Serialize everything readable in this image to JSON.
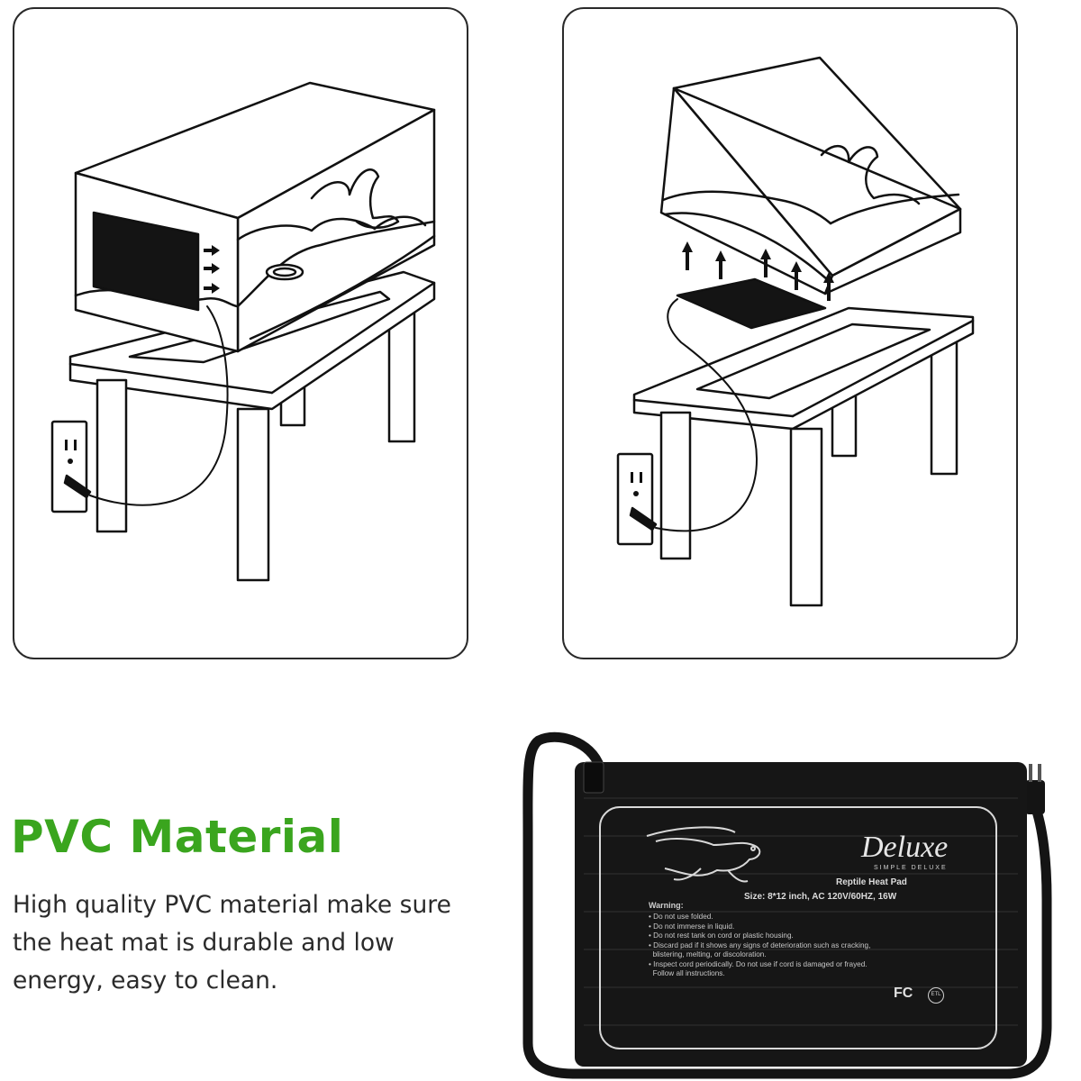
{
  "feature": {
    "title": "PVC Material",
    "description": "High quality PVC material make sure the heat mat is durable and low energy, easy to clean.",
    "title_color": "#3aa51e"
  },
  "label": {
    "brand": "Deluxe",
    "brand_tagline": "SIMPLE DELUXE",
    "product_name": "Reptile Heat Pad",
    "size_spec": "Size: 8*12 inch, AC 120V/60HZ, 16W",
    "warning_title": "Warning:",
    "warnings": [
      "Do not use folded.",
      "Do not immerse in liquid.",
      "Do not rest tank on cord or plastic housing.",
      "Discard pad if it shows any signs of deterioration such as cracking,",
      "blistering, melting, or discoloration.",
      "Inspect cord periodically. Do not use if cord is damaged or frayed.",
      "Follow all instructions."
    ],
    "cert_fc": "FC",
    "cert_etl": "ETL"
  },
  "icons": [
    "terrarium-side-mount-illustration",
    "terrarium-bottom-mount-illustration",
    "wall-outlet-icon",
    "heat-arrow-icon",
    "lizard-logo-icon",
    "plug-icon"
  ]
}
